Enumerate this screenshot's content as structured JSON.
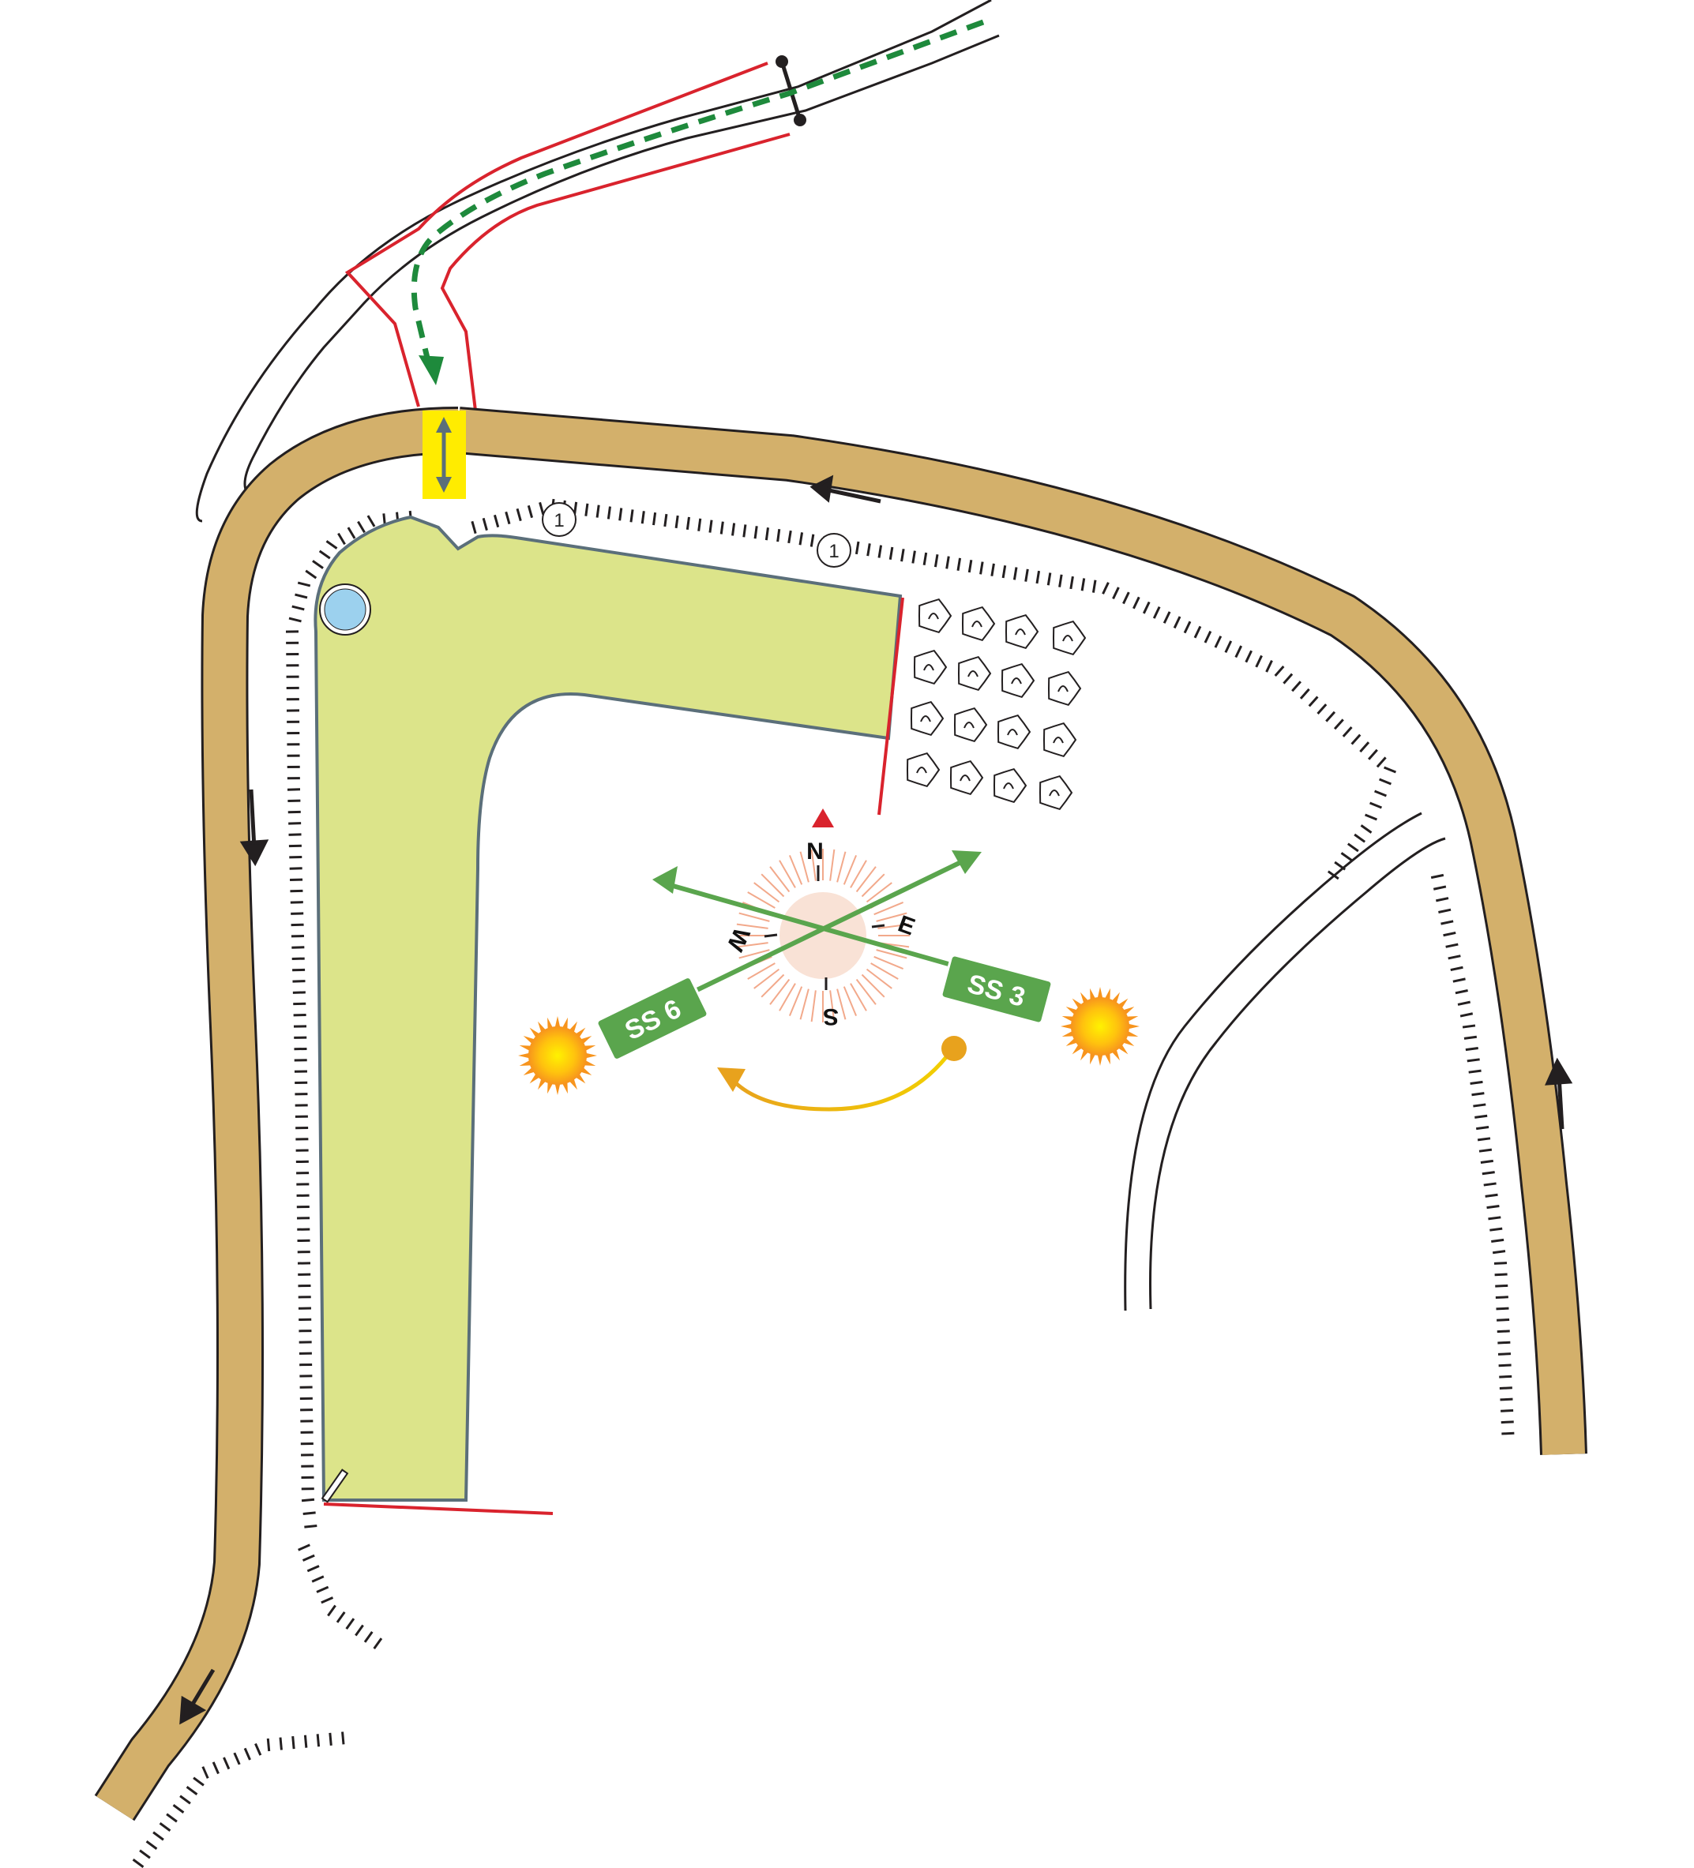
{
  "compass": {
    "north": "N",
    "east": "E",
    "south": "S",
    "west": "W",
    "north_marker_color": "#d9232d"
  },
  "markers": [
    {
      "label": "1"
    },
    {
      "label": "1"
    }
  ],
  "signs": {
    "left": "SS 6",
    "right": "SS 3"
  },
  "colors": {
    "track": "#d3b06b",
    "field": "#dce48a",
    "boundary_red": "#d9232d",
    "green_sign": "#5aa54d",
    "gate_yellow": "#ffec00",
    "sun_path": "#e8a21d",
    "pond": "#9cd1ee",
    "route_dashed": "#1e8a3c"
  },
  "icons": {
    "gate": "double-arrow-gate-icon",
    "sun": "sun-icon",
    "trees": "tree-cluster-icon",
    "pond": "pond-icon"
  }
}
